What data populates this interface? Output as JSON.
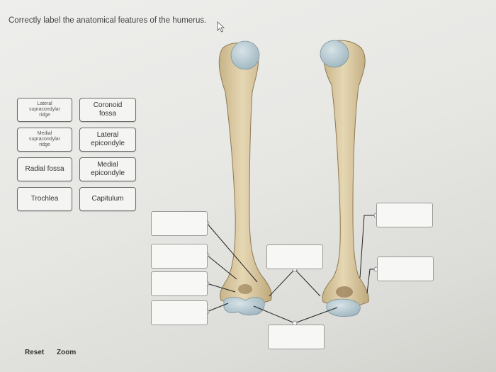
{
  "prompt": "Correctly label the anatomical features of the humerus.",
  "labels": {
    "lateral_supracondylar_ridge": "Lateral supracondylar ridge",
    "coronoid_fossa": "Coronoid fossa",
    "medial_supracondylar_ridge": "Medial supracondylar ridge",
    "lateral_epicondyle": "Lateral epicondyle",
    "radial_fossa": "Radial fossa",
    "medial_epicondyle": "Medial epicondyle",
    "trochlea": "Trochlea",
    "capitulum": "Capitulum"
  },
  "controls": {
    "reset": "Reset",
    "zoom": "Zoom"
  },
  "colors": {
    "bone": "#d9c7a1",
    "articular": "#b8cdd6",
    "leader_line": "#222222"
  }
}
